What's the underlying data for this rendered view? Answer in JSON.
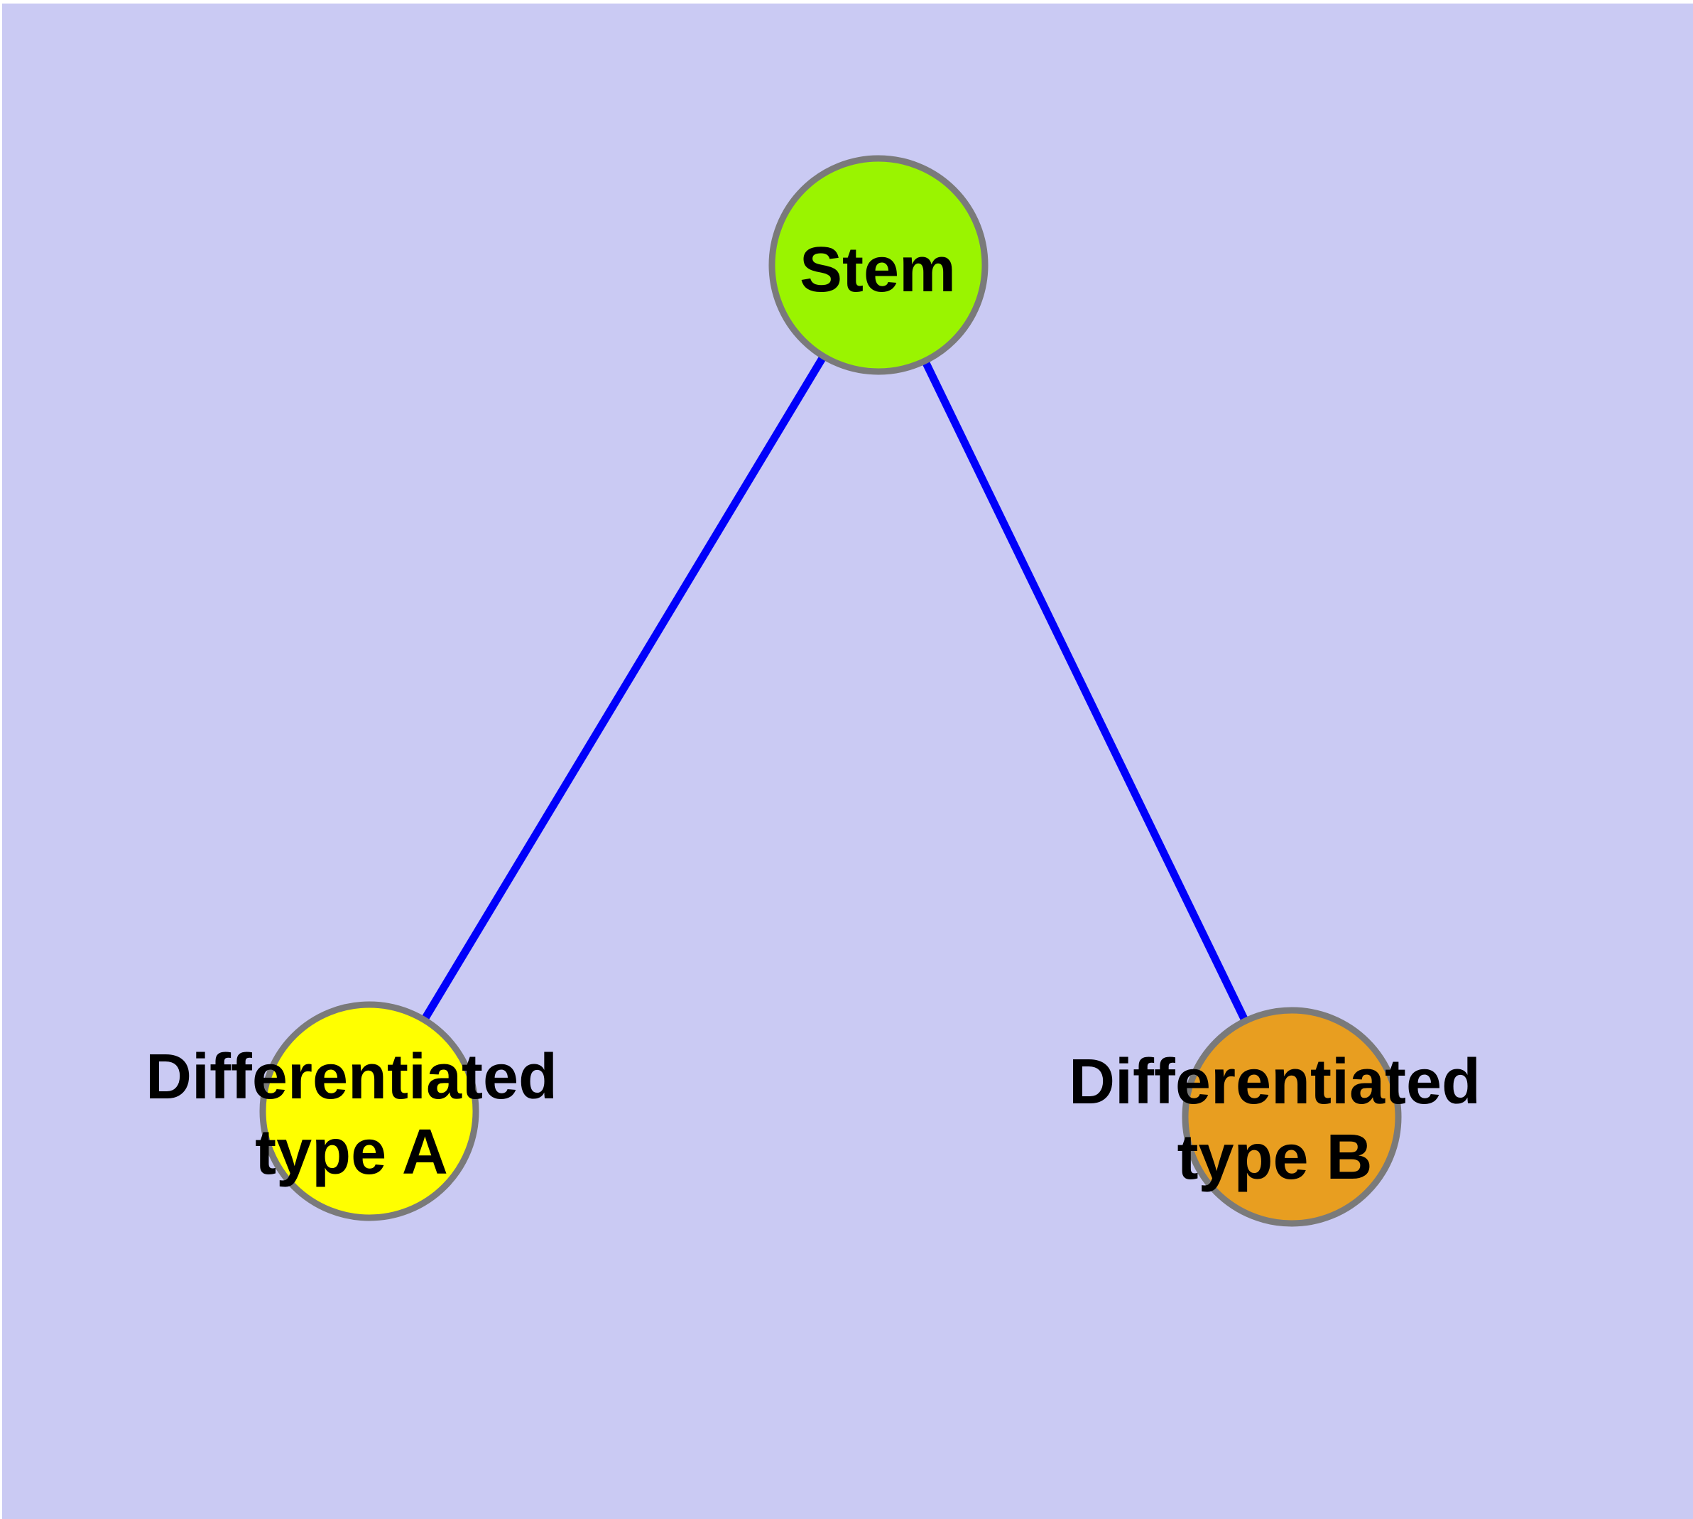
{
  "diagram": {
    "description": "Cell differentiation graph: a stem cell node connected to two differentiated cell type nodes",
    "background_color": "#ffffff",
    "canvas_color": "#cacaf3",
    "edge_color": "#0000fa",
    "edge_width": 11,
    "node_border_color": "#7a7a7a",
    "label_color": "#000000",
    "nodes": [
      {
        "id": "stem",
        "label": "Stem",
        "label_lines": [
          "Stem"
        ],
        "color": "#9af400"
      },
      {
        "id": "differentiated-type-a",
        "label": "Differentiated type A",
        "label_lines": [
          "Differentiated",
          "type A"
        ],
        "color": "#ffff00"
      },
      {
        "id": "differentiated-type-b",
        "label": "Differentiated type B",
        "label_lines": [
          "Differentiated",
          "type B"
        ],
        "color": "#e89e20"
      }
    ],
    "edges": [
      {
        "from": "Stem",
        "to": "Differentiated type A"
      },
      {
        "from": "Stem",
        "to": "Differentiated type B"
      }
    ]
  }
}
